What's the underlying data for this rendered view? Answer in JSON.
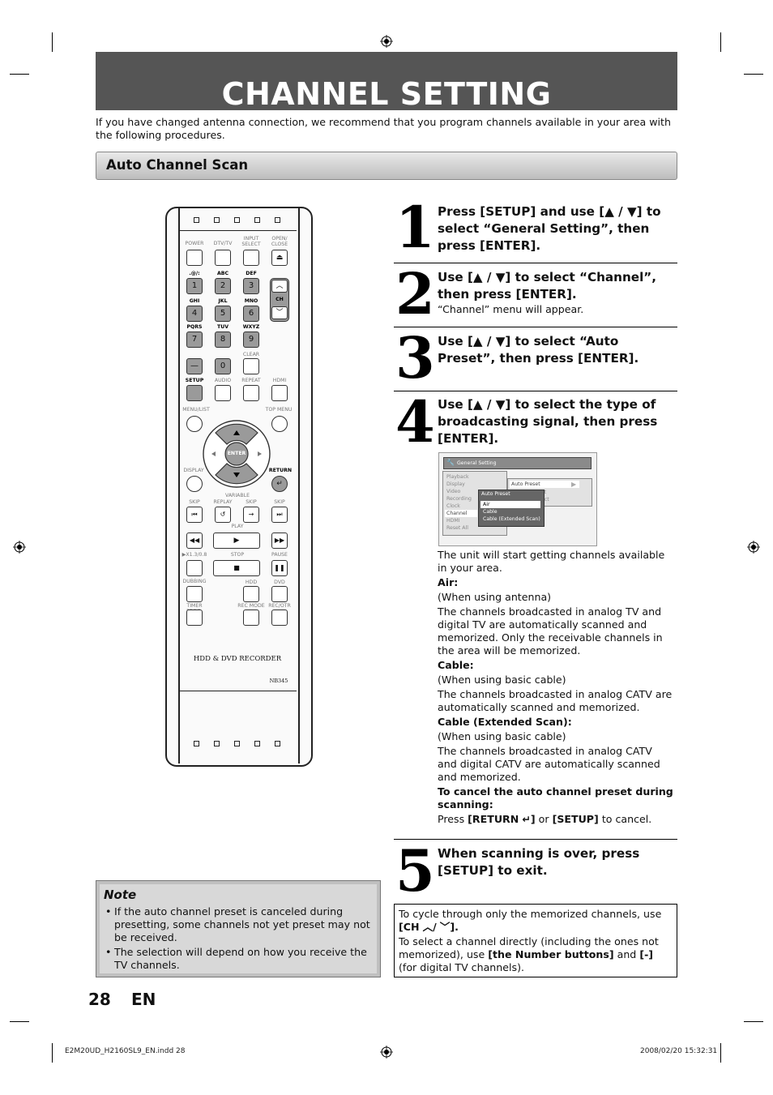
{
  "header": {
    "title": "CHANNEL SETTING"
  },
  "intro": "If you have changed antenna connection, we recommend that you program channels available in your area with the following procedures.",
  "section": {
    "title": "Auto Channel Scan"
  },
  "steps": [
    {
      "number": "1",
      "title": "Press [SETUP] and use [▲ / ▼] to select “General Setting”, then press [ENTER]."
    },
    {
      "number": "2",
      "title": "Use [▲ / ▼] to select “Channel”, then press [ENTER].",
      "sub": "“Channel” menu will appear."
    },
    {
      "number": "3",
      "title": "Use [▲ / ▼] to select “Auto Preset”, then press [ENTER]."
    },
    {
      "number": "4",
      "title": "Use [▲ / ▼] to select the type of broadcasting signal, then press [ENTER]."
    },
    {
      "number": "5",
      "title": "When scanning is over, press [SETUP] to exit."
    }
  ],
  "menu_screen": {
    "title": "General Setting",
    "items": [
      "Playback",
      "Display",
      "Video",
      "Recording",
      "Clock",
      "Channel",
      "HDMI",
      "Reset All"
    ],
    "submenu_item": "Auto Preset",
    "partial_a": "et",
    "partial_b": "ect",
    "popup_title": "Auto Preset",
    "popup_options": [
      "Air",
      "Cable",
      "Cable (Extended Scan)"
    ]
  },
  "step4_body": {
    "intro": "The unit will start getting channels available in your area.",
    "air_label": "Air:",
    "air_cond": "(When using antenna)",
    "air_desc": "The channels broadcasted in analog TV and digital TV are automatically scanned and memorized. Only the receivable channels in the area will be memorized.",
    "cable_label": "Cable:",
    "cable_cond": "(When using basic cable)",
    "cable_desc": "The channels broadcasted in analog CATV are automatically scanned and memorized.",
    "cablex_label": "Cable (Extended Scan):",
    "cablex_cond": "(When using basic cable)",
    "cablex_desc": "The channels broadcasted in analog CATV and digital CATV are automatically scanned and memorized.",
    "cancel_label": "To cancel the auto channel preset during scanning:",
    "cancel_press": "Press",
    "cancel_return": "[RETURN",
    "cancel_close": "]",
    "cancel_or": "or",
    "cancel_setup": "[SETUP]",
    "cancel_end": "to cancel."
  },
  "note": {
    "title": "Note",
    "items": [
      "If the auto channel preset is canceled during presetting, some channels not yet preset may not be received.",
      "The selection will depend on how you receive the TV channels."
    ]
  },
  "tip": {
    "line1a": "To cycle through only the memorized channels, use",
    "line1b": "[CH",
    "line1c": "/",
    "line1d": "].",
    "line2a": "To select a channel directly (including the ones not memorized), use",
    "line2b": "[the Number buttons]",
    "line2c": "and",
    "line2d": "[-]",
    "line2e": "(for digital TV channels)."
  },
  "remote": {
    "labels": {
      "power": "POWER",
      "dtvtv": "DTV/TV",
      "input": "INPUT SELECT",
      "open": "OPEN/ CLOSE",
      "k1": ".@/:",
      "k2": "ABC",
      "k3": "DEF",
      "ghi": "GHI",
      "jkl": "JKL",
      "mno": "MNO",
      "pqrs": "PQRS",
      "tuv": "TUV",
      "wxyz": "WXYZ",
      "ch": "CH",
      "clear": "CLEAR",
      "setup": "SETUP",
      "audio": "AUDIO",
      "repeat": "REPEAT",
      "hdmi": "HDMI",
      "menu": "MENU/LIST",
      "topmenu": "TOP MENU",
      "enter": "ENTER",
      "display": "DISPLAY",
      "return": "RETURN",
      "variable": "VARIABLE",
      "skip1": "SKIP",
      "replay": "REPLAY",
      "skip2": "SKIP",
      "skip3": "SKIP",
      "play": "PLAY",
      "x13": "▶X1.3/0.8",
      "stop": "STOP",
      "pause": "PAUSE",
      "dubbing": "DUBBING",
      "hdd": "HDD",
      "dvd": "DVD",
      "timer": "TIMER PROG.",
      "recmode": "REC MODE",
      "recotr": "REC/OTR"
    },
    "digits": [
      "1",
      "2",
      "3",
      "4",
      "5",
      "6",
      "7",
      "8",
      "9",
      "0",
      "—"
    ],
    "brand_text": "HDD & DVD RECORDER",
    "model": "NB345"
  },
  "page": {
    "number": "28",
    "lang": "EN"
  },
  "footer": {
    "file": "E2M20UD_H2160SL9_EN.indd   28",
    "date": "2008/02/20   15:32:31"
  }
}
